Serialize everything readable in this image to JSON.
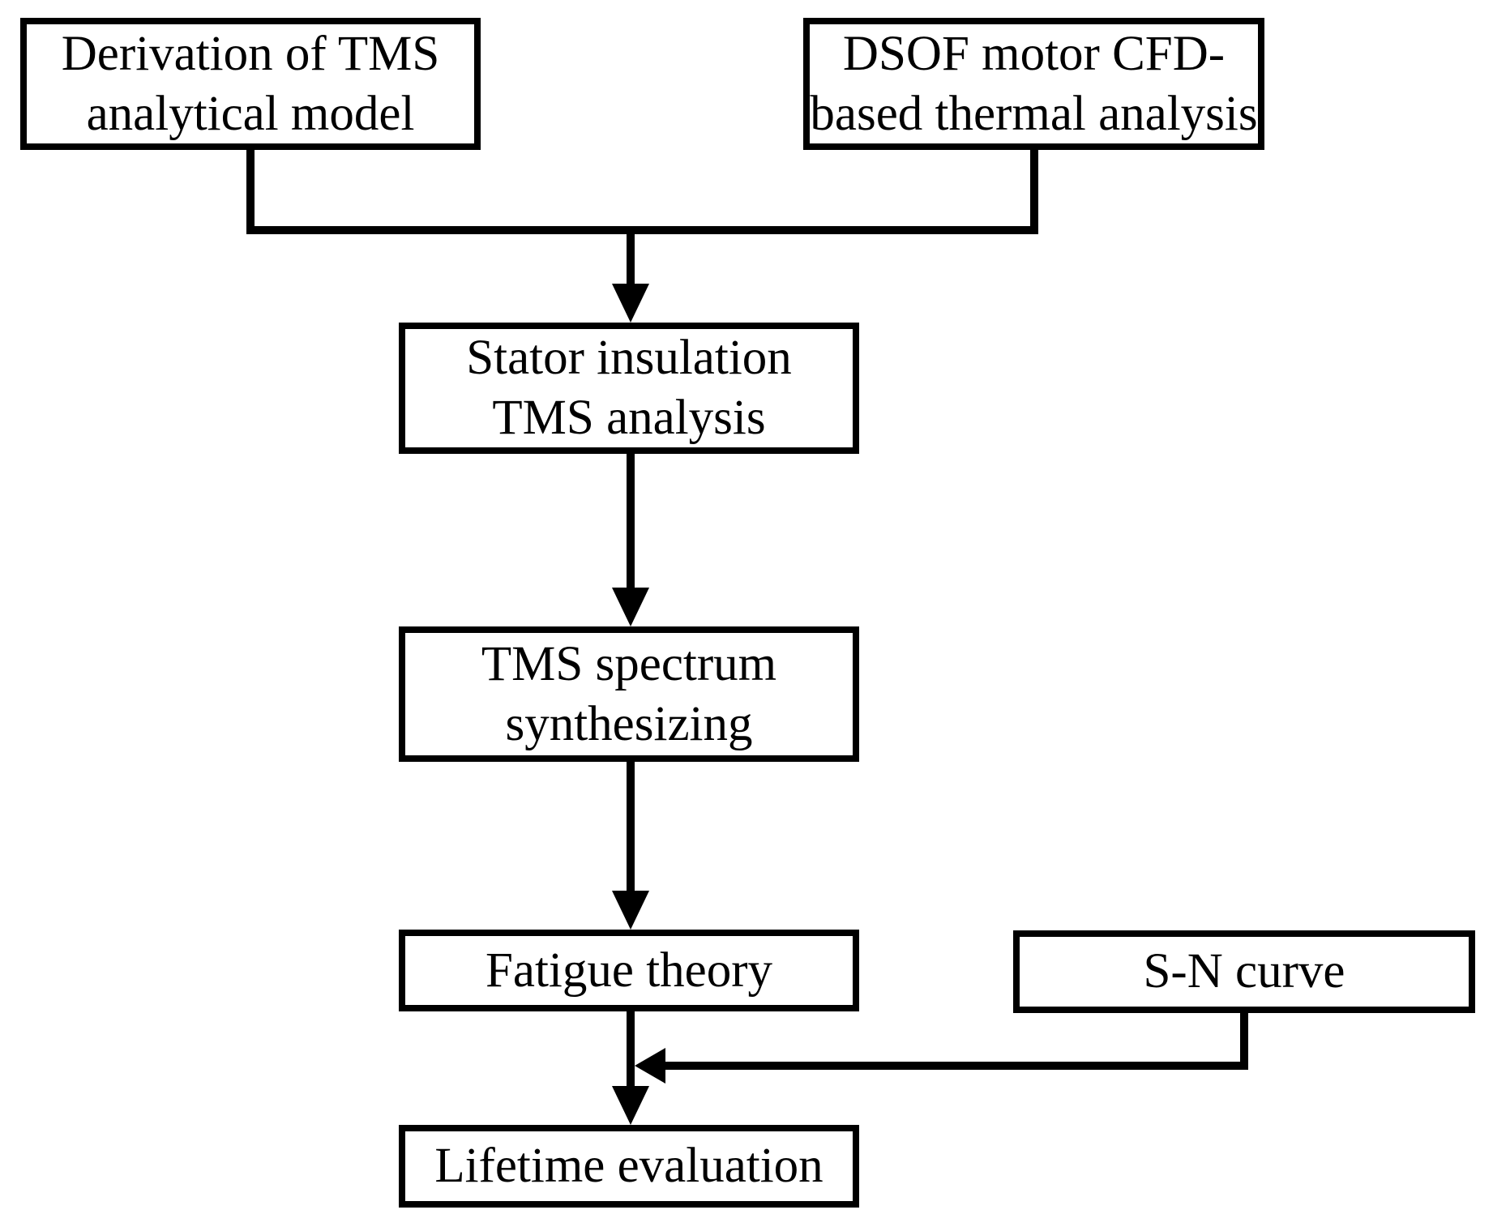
{
  "colors": {
    "stroke": "#000000",
    "text": "#000000",
    "background": "#ffffff",
    "box_fill": "#ffffff"
  },
  "boxes": {
    "derivation": {
      "line1": "Derivation of TMS",
      "line2": "analytical model"
    },
    "dsof": {
      "line1": "DSOF motor CFD-",
      "line2": "based thermal analysis"
    },
    "stator": {
      "line1": "Stator insulation",
      "line2": "TMS analysis"
    },
    "spectrum": {
      "line1": "TMS spectrum",
      "line2": "synthesizing"
    },
    "fatigue": {
      "label": "Fatigue theory"
    },
    "sn_curve": {
      "label": "S-N curve"
    },
    "lifetime": {
      "label": "Lifetime evaluation"
    }
  }
}
